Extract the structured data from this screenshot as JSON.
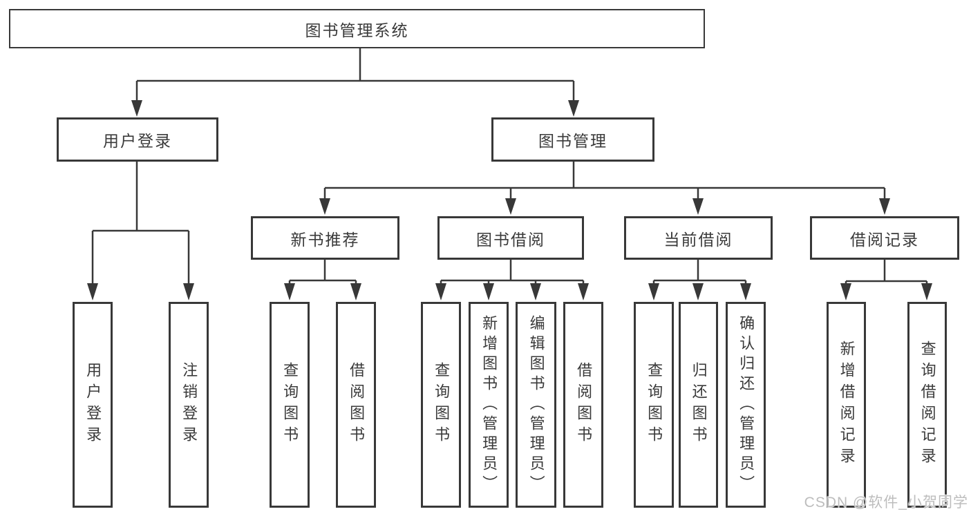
{
  "structure": {
    "label": "图书管理系统",
    "children": [
      {
        "label": "用户登录",
        "children": [
          {
            "label": "用户登录"
          },
          {
            "label": "注销登录"
          }
        ]
      },
      {
        "label": "图书管理",
        "children": [
          {
            "label": "新书推荐",
            "children": [
              {
                "label": "查询图书"
              },
              {
                "label": "借阅图书"
              }
            ]
          },
          {
            "label": "图书借阅",
            "children": [
              {
                "label": "查询图书"
              },
              {
                "label": "新增图书（管理员）"
              },
              {
                "label": "编辑图书（管理员）"
              },
              {
                "label": "借阅图书"
              }
            ]
          },
          {
            "label": "当前借阅",
            "children": [
              {
                "label": "查询图书"
              },
              {
                "label": "归还图书"
              },
              {
                "label": "确认归还（管理员）"
              }
            ]
          },
          {
            "label": "借阅记录",
            "children": [
              {
                "label": "新增借阅记录"
              },
              {
                "label": "查询借阅记录"
              }
            ]
          }
        ]
      }
    ]
  },
  "watermark": {
    "text": "CSDN @软件_小贺同学"
  },
  "colors": {
    "line": "#383838",
    "text": "#3a3a3a",
    "background": "#ffffff",
    "watermark": "#bdbdbd"
  }
}
